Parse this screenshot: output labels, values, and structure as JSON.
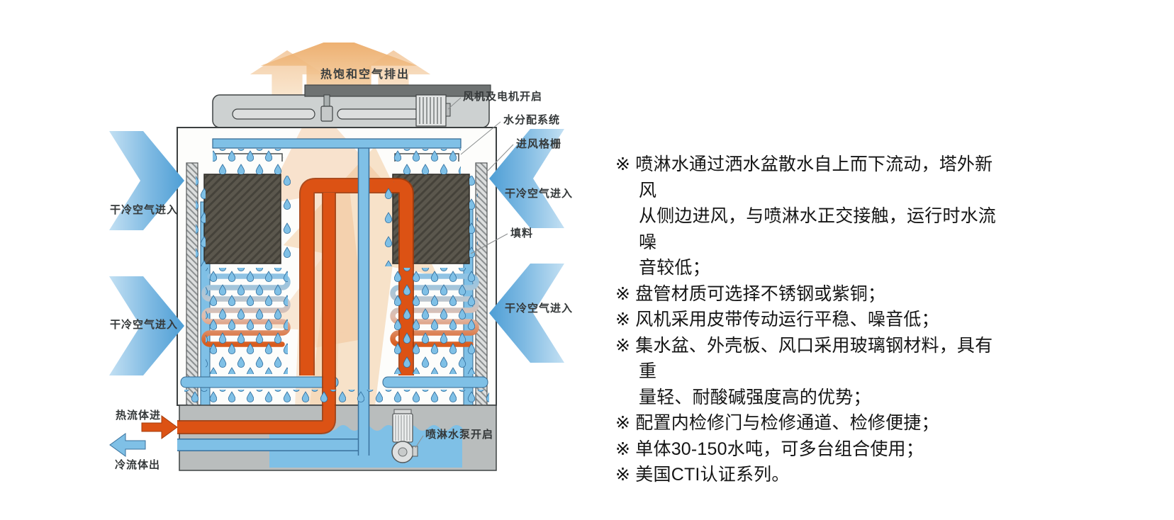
{
  "diagram": {
    "labels": {
      "exhaust": "热饱和空气排出",
      "fan_motor": "风机及电机开启",
      "water_distribution": "水分配系统",
      "air_inlet_grille": "进风格栅",
      "dry_air_left_top": "干冷空气进入",
      "dry_air_left_bottom": "干冷空气进入",
      "dry_air_right_top": "干冷空气进入",
      "dry_air_right_bottom": "干冷空气进入",
      "fill": "填料",
      "hot_fluid_in": "热流体进",
      "cold_fluid_out": "冷流体出",
      "spray_pump": "喷淋水泵开启"
    },
    "colors": {
      "hot_pipe_orange": "#dc5214",
      "water_blue": "#7fc0e6",
      "air_arrow_blue": "#57a5d8",
      "exhaust_orange": "#eba55e",
      "fill_block_dark": "#5b574d",
      "basin_gray": "#b9bdbd"
    }
  },
  "features": {
    "items": [
      {
        "text": "※ 喷淋水通过洒水盆散水自上而下流动，塔外新风\n从侧边进风，与喷淋水正交接触，运行时水流噪\n音较低；"
      },
      {
        "text": "※ 盘管材质可选择不锈钢或紫铜；"
      },
      {
        "text": "※ 风机采用皮带传动运行平稳、噪音低；"
      },
      {
        "text": "※ 集水盆、外壳板、风口采用玻璃钢材料，具有重\n量轻、耐酸碱强度高的优势；"
      },
      {
        "text": "※ 配置内检修门与检修通道、检修便捷；"
      },
      {
        "text": "※ 单体30-150水吨，可多台组合使用；"
      },
      {
        "text": "※ 美国CTI认证系列。"
      }
    ]
  }
}
